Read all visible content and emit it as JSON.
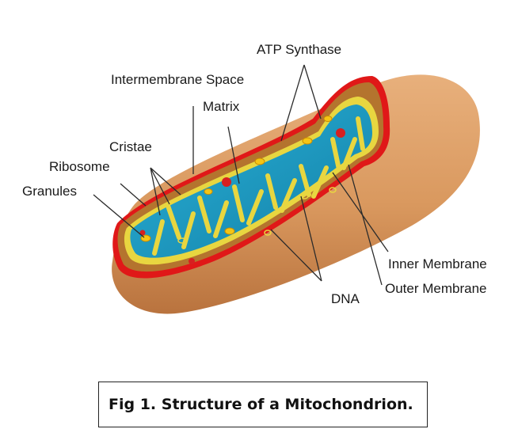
{
  "labels": {
    "atp_synthase": "ATP Synthase",
    "intermembrane_space": "Intermembrane Space",
    "matrix": "Matrix",
    "cristae": "Cristae",
    "ribosome": "Ribosome",
    "granules": "Granules",
    "inner_membrane": "Inner Membrane",
    "outer_membrane": "Outer Membrane",
    "dna": "DNA"
  },
  "caption": "Fig 1. Structure of a Mitochondrion.",
  "colors": {
    "outer_body": "#d9985e",
    "outer_membrane": "#e01818",
    "intermembrane": "#b4742e",
    "matrix": "#1a9bc4",
    "inner_membrane": "#e8d640",
    "granule": "#f5c515",
    "ribosome": "#d62020"
  }
}
